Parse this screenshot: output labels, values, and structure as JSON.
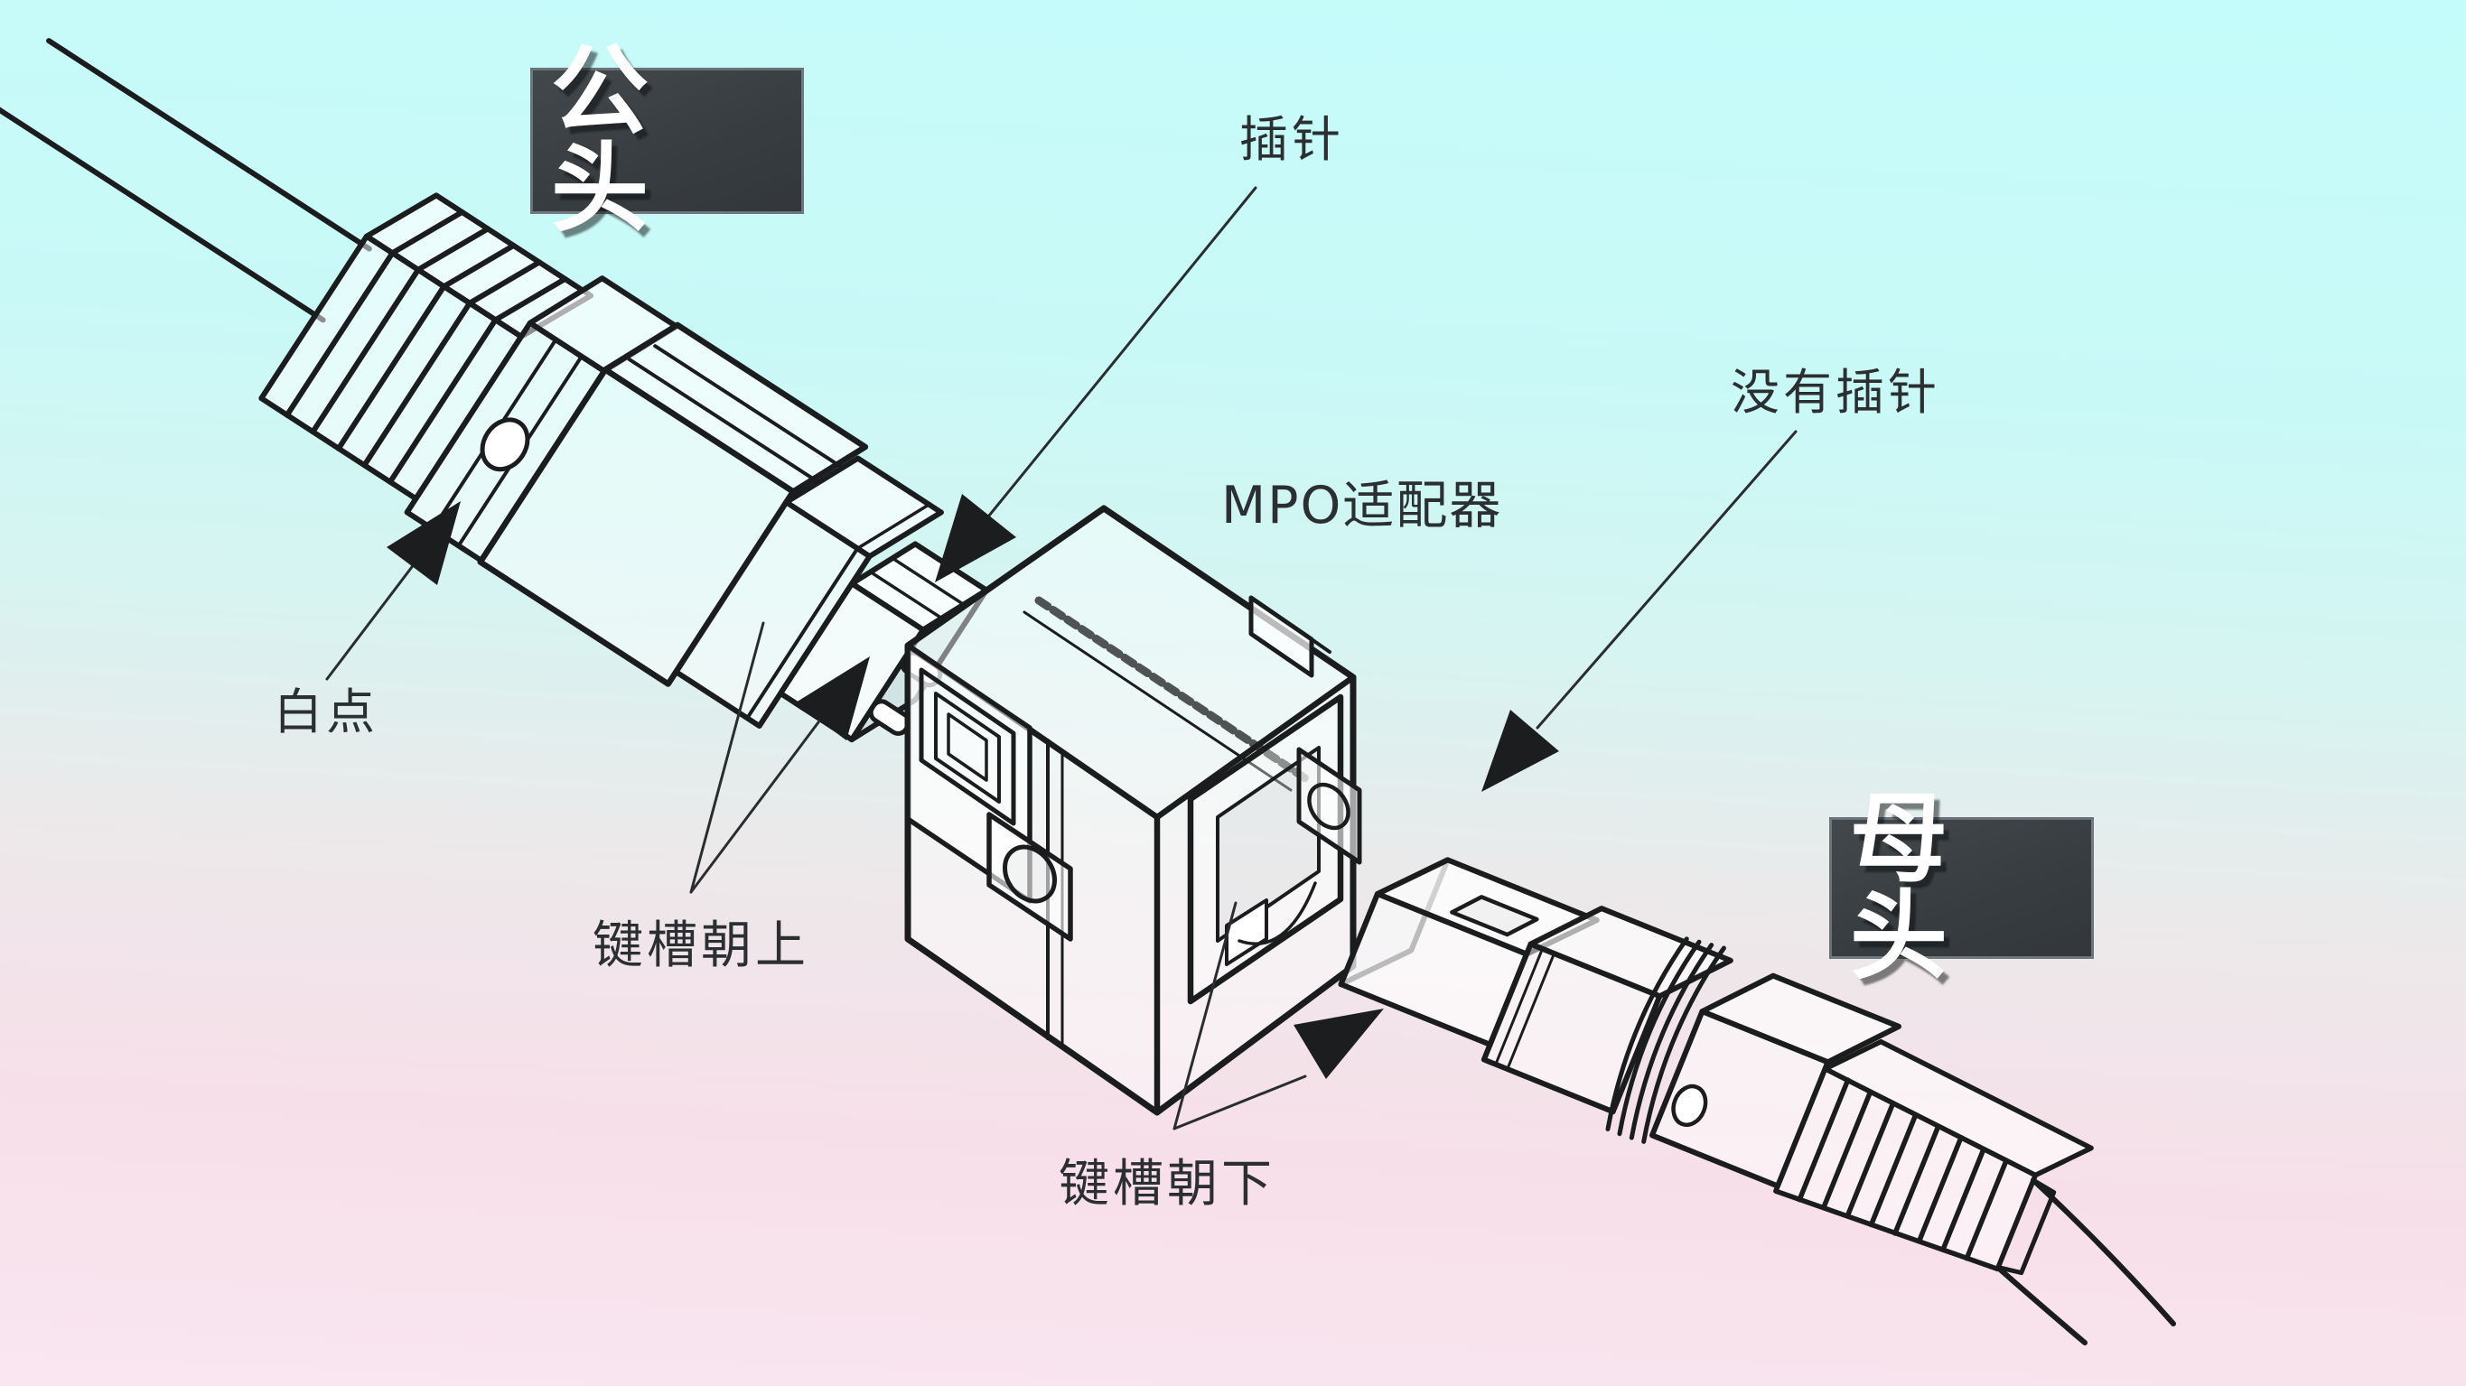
{
  "colors": {
    "bg_top": "#c4fcfb",
    "bg_bottom": "#f9e6f0",
    "line": "#1b1c1e",
    "annotation_text": "#2c2f32",
    "title_box_bg": "#383d41",
    "title_text": "#ffffff"
  },
  "labels": {
    "male_title": "公头",
    "female_title": "母头",
    "pins": "插针",
    "adapter": "MPO适配器",
    "no_pins": "没有插针",
    "white_dot": "白点",
    "keyway_up": "键槽朝上",
    "keyway_down": "键槽朝下"
  }
}
